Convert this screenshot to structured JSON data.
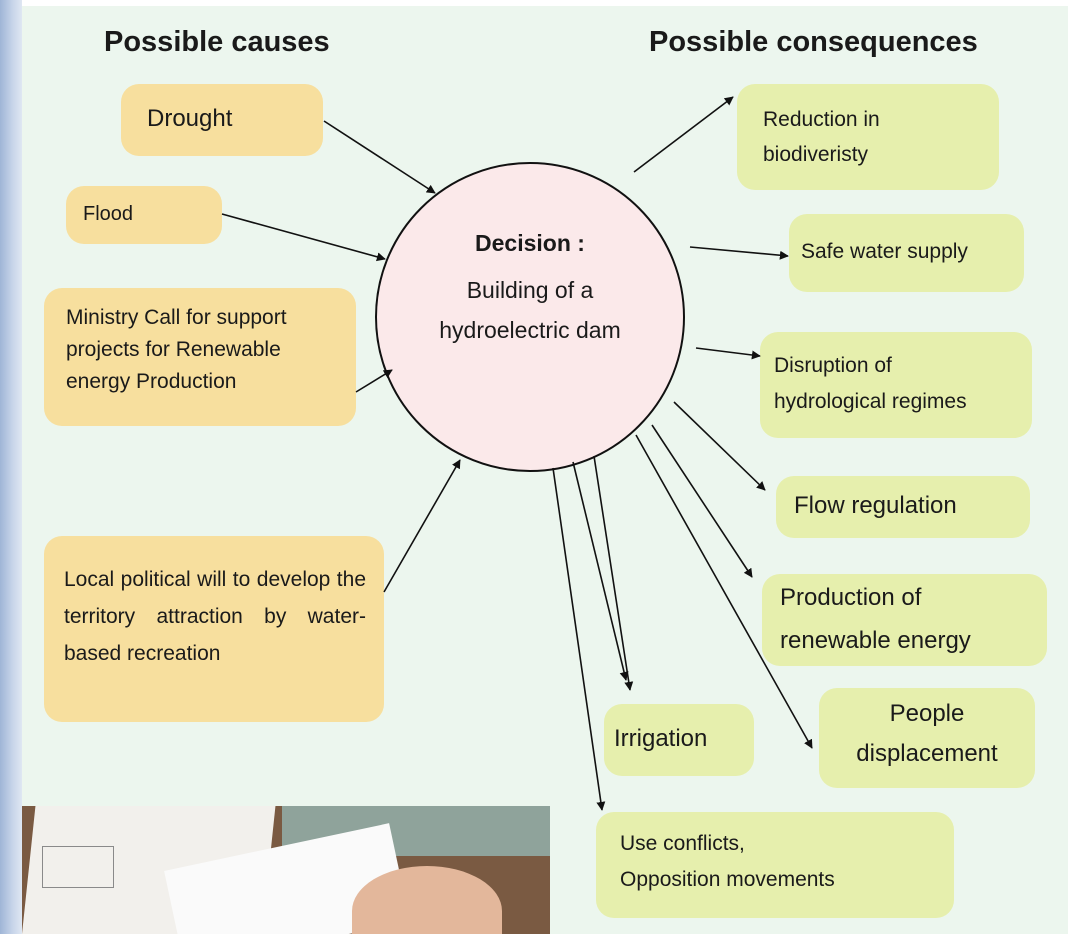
{
  "headings": {
    "causes": "Possible causes",
    "consequences": "Possible consequences"
  },
  "decision": {
    "label": "Decision :",
    "lines": [
      "Building of a",
      "hydroelectric dam"
    ]
  },
  "causes": [
    {
      "text": "Drought"
    },
    {
      "text": "Flood"
    },
    {
      "lines": [
        "Ministry Call for support",
        "projects for Renewable",
        "energy Production"
      ]
    },
    {
      "text": "Local political will to develop the territory attraction by water-based recreation"
    }
  ],
  "consequences": [
    {
      "lines": [
        "Reduction in",
        "biodiveristy"
      ]
    },
    {
      "text": "Safe water supply"
    },
    {
      "lines": [
        "Disruption of",
        "hydrological regimes"
      ]
    },
    {
      "text": "Flow regulation"
    },
    {
      "lines": [
        "Production of",
        "renewable energy"
      ]
    },
    {
      "lines": [
        "People",
        "displacement"
      ]
    },
    {
      "text": "Irrigation"
    },
    {
      "lines": [
        "Use conflicts,",
        "Opposition movements"
      ]
    }
  ],
  "colors": {
    "cause_box": "#f7df9e",
    "consequence_box": "#e6efad",
    "decision_circle": "#fbe9ea",
    "background": "#ecf6ee"
  }
}
